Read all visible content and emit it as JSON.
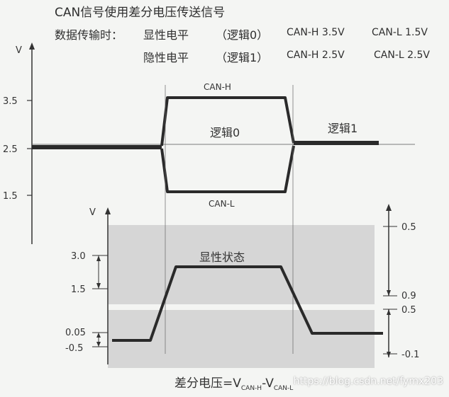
{
  "header": {
    "title": "CAN信号使用差分电压传送信号",
    "row1": {
      "lead": "数据传输时：",
      "state": "显性电平",
      "logic": "（逻辑0）",
      "canh": "CAN-H  3.5V",
      "canl": "CAN-L 1.5V"
    },
    "row2": {
      "state": "隐性电平",
      "logic": "（逻辑1）",
      "canh": "CAN-H  2.5V",
      "canl": "CAN-L 2.5V"
    }
  },
  "top_chart": {
    "y_axis_label": "V",
    "ticks": [
      "3.5",
      "2.5",
      "1.5"
    ],
    "canh_label": "CAN-H",
    "canl_label": "CAN-L",
    "logic0_label": "逻辑0",
    "logic1_label": "逻辑1"
  },
  "bottom_chart": {
    "y_axis_label": "V",
    "left_ticks": [
      "3.0",
      "1.5",
      "0.05",
      "-0.5"
    ],
    "right_ticks": [
      "0.5",
      "0.9",
      "0.5",
      "-0.1"
    ],
    "dominant_label": "显性状态",
    "footer": {
      "main": "差分电压=V",
      "sub1": "CAN-H",
      "dash": "-V",
      "sub2": "CAN-L"
    }
  },
  "watermark": "https://blog.csdn.net/fymx203",
  "colors": {
    "line": "#333333",
    "band": "#d6d6d6",
    "background": "#f4f5f3"
  }
}
